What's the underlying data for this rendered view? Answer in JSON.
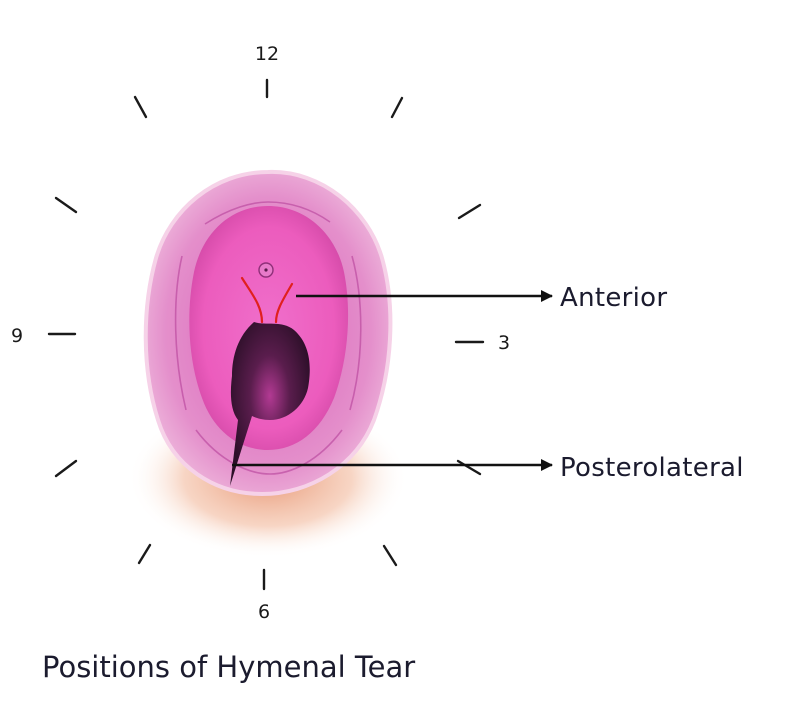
{
  "clock": {
    "n12": "12",
    "n3": "3",
    "n6": "6",
    "n9": "9"
  },
  "labels": {
    "anterior": "Anterior",
    "posterolateral": "Posterolateral"
  },
  "caption": "Positions of Hymenal Tear",
  "colors": {
    "outer_tissue": "#e49ac9",
    "inner_tissue": "#ef63c2",
    "deep_center": "#c24fa8",
    "tear": "#3d1535",
    "lesion_red": "#e0201e",
    "shadow_orange": "#e2895a",
    "ink": "#1b1b2e"
  }
}
